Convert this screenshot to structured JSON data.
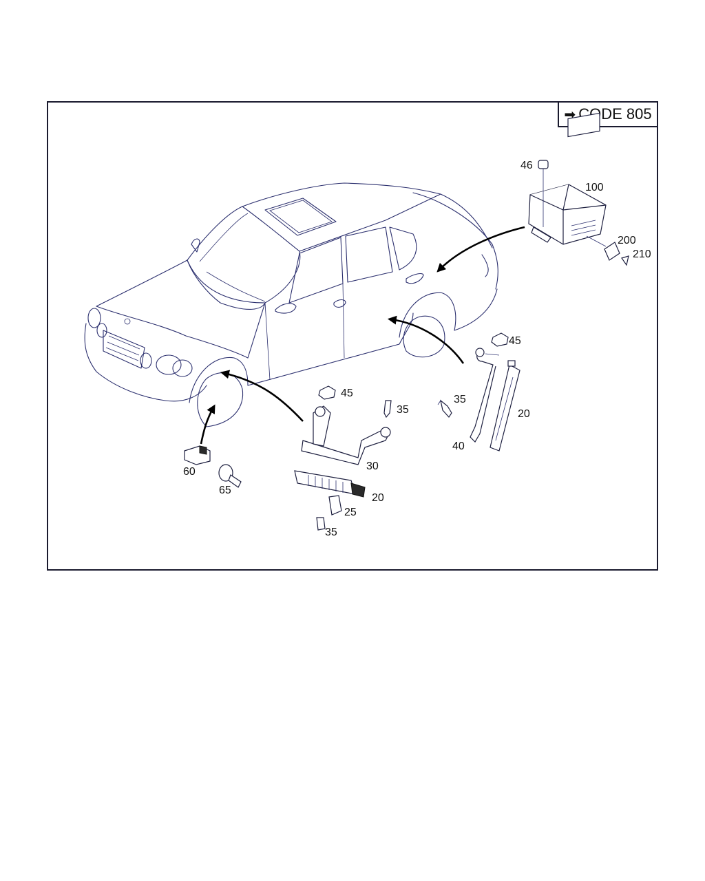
{
  "code_label": {
    "arrow": "➡",
    "text": "CODE 805"
  },
  "callouts": {
    "c46": "46",
    "c100": "100",
    "c200": "200",
    "c210": "210",
    "c45_upper": "45",
    "c35_right": "35",
    "c20_right": "20",
    "c40": "40",
    "c45_lower": "45",
    "c35_mid": "35",
    "c30": "30",
    "c20_lower": "20",
    "c25": "25",
    "c35_lower": "35",
    "c60": "60",
    "c65": "65"
  }
}
